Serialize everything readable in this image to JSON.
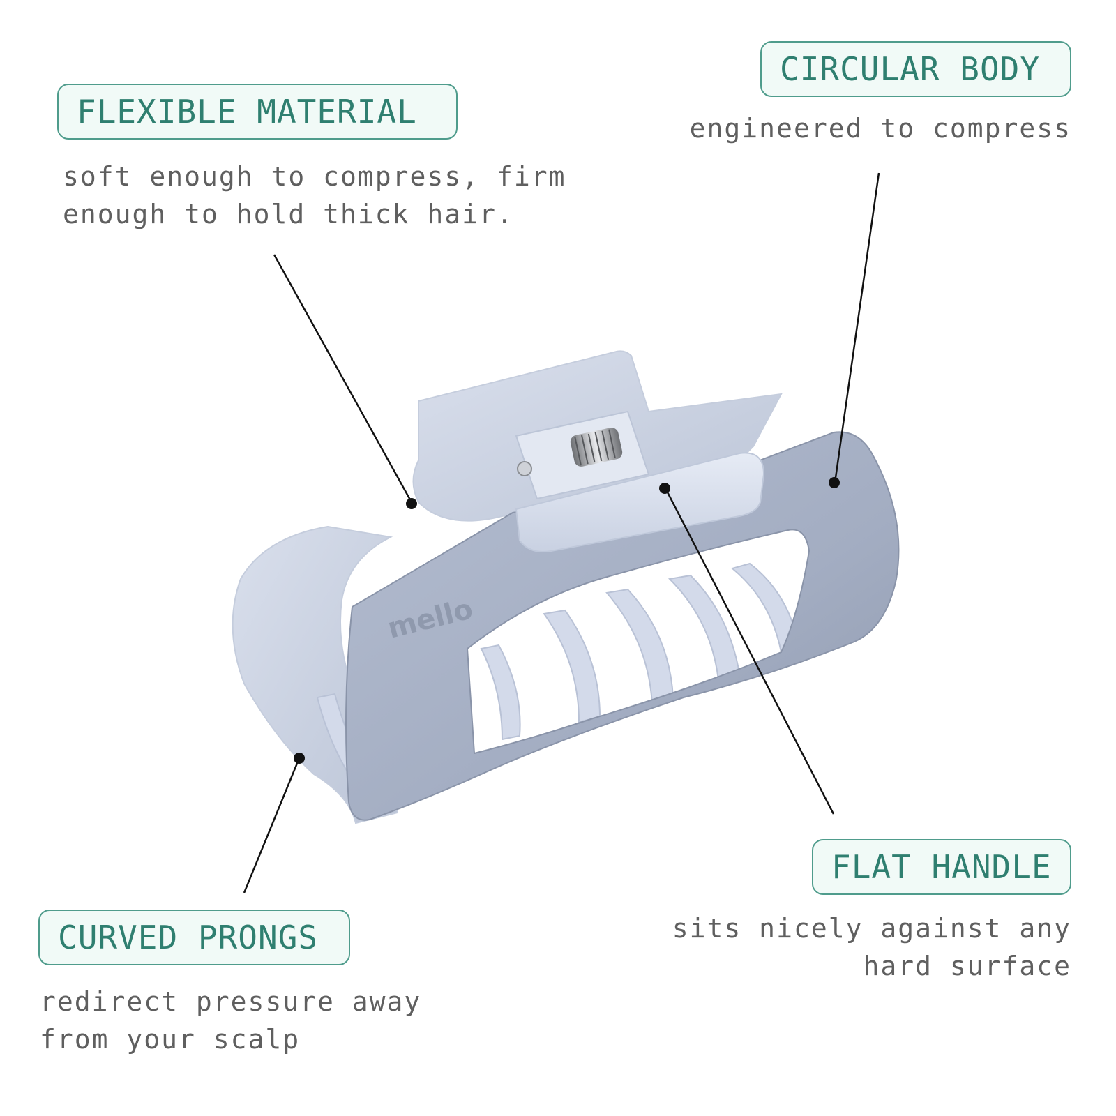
{
  "callouts": {
    "flexible_material": {
      "title": "FLEXIBLE MATERIAL",
      "lines": [
        "soft enough to compress, firm",
        "enough to hold thick hair."
      ]
    },
    "circular_body": {
      "title": "CIRCULAR BODY",
      "lines": [
        "engineered to compress"
      ]
    },
    "flat_handle": {
      "title": "FLAT HANDLE",
      "lines": [
        "sits nicely against any",
        "hard surface"
      ]
    },
    "curved_prongs": {
      "title": "CURVED PRONGS",
      "lines": [
        "redirect pressure away",
        "from your scalp"
      ]
    }
  },
  "product": {
    "brand_mark": "mello",
    "image_name": "hair-claw-clip-image"
  },
  "colors": {
    "badge_text": "#2f7f70",
    "badge_border": "#4f9c8c",
    "badge_fill": "#f1faf7",
    "description_text": "#5f5f5f",
    "leader_line": "#111111",
    "clip_front": "#a8b2c6",
    "clip_back": "#cfd6e6",
    "clip_dark": "#8e98ad"
  }
}
